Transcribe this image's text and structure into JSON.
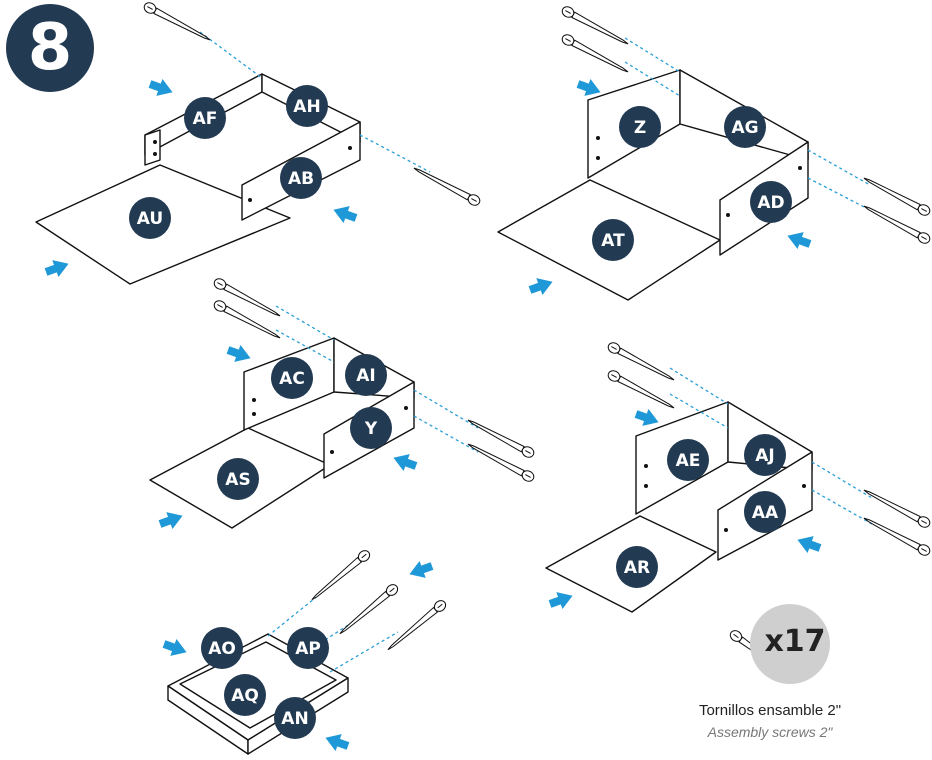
{
  "step_number": "8",
  "screw_count": "x17",
  "caption_es": "Tornillos ensamble 2\"",
  "caption_en": "Assembly screws 2\"",
  "colors": {
    "label_fill": "#223a52",
    "arrow": "#1e98d6",
    "guide": "#2a9fd8"
  },
  "assemblies": [
    {
      "name": "drawer-1",
      "labels": [
        "AF",
        "AH",
        "AB",
        "AU"
      ]
    },
    {
      "name": "drawer-2",
      "labels": [
        "Z",
        "AG",
        "AD",
        "AT"
      ]
    },
    {
      "name": "drawer-3",
      "labels": [
        "AC",
        "AI",
        "Y",
        "AS"
      ]
    },
    {
      "name": "drawer-4",
      "labels": [
        "AE",
        "AJ",
        "AA",
        "AR"
      ]
    },
    {
      "name": "tray",
      "labels": [
        "AO",
        "AP",
        "AQ",
        "AN"
      ]
    }
  ]
}
